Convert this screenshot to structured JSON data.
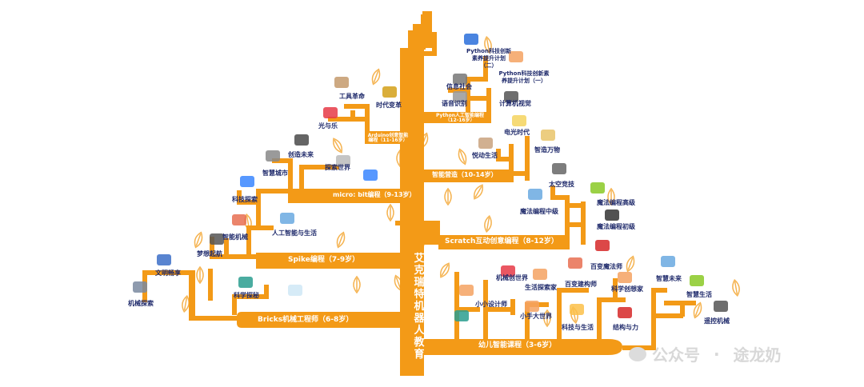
{
  "title": "艾克瑞特机器人教育",
  "colors": {
    "branch": "#F39A17",
    "label": "#1F2A6B",
    "leaf_stroke": "#F5B350"
  },
  "branches": {
    "kids": "幼儿智能课程（3-6岁）",
    "bricks": "Bricks机械工程师（6-8岁）",
    "spike": "Spike编程（7-9岁）",
    "scratch": "Scratch互动创意编程（8-12岁）",
    "microbit": "micro: bit编程（9-13岁）",
    "smart": "智能营造（10-14岁）",
    "arduino": "Arduino创意智能编程（11-16岁）",
    "python": "Python人工智能编程（12-16岁）"
  },
  "courses": {
    "jixie_tansuo": "机械探索",
    "wenming_fanzhang": "文明畅享",
    "mengxiang_qihang": "梦想起航",
    "kexue_tanmi": "科学探秘",
    "zhineng_jixie": "智能机械",
    "rengong_zhineng": "人工智能与生活",
    "keji_tansuo": "科技探索",
    "zhihui_chengshi": "智慧城市",
    "chuangzao_weilai": "创造未来",
    "tansuo_shijie": "探索世界",
    "guang_yu_le": "光与乐",
    "gongju_geming": "工具革命",
    "shidai_biange": "时代变革",
    "xinxi_shehui": "信息社会",
    "yuyin_shibie": "语音识别",
    "jisuanji_shijue": "计算机视觉",
    "python_2": "Python科技创新素养提升计划（二）",
    "python_1": "Python科技创新素养提升计划（一）",
    "dianguang_shidai": "电光时代",
    "zhineng_wanwu": "智造万物",
    "qidong_shenghuo": "悦动生活",
    "taikong_jingji": "太空竞技",
    "mofa_gaoji": "魔法编程高级",
    "mofa_zhongji": "魔法编程中级",
    "mofa_chuji": "魔法编程初级",
    "jixie_chuangshijie": "机械创世界",
    "shenghuo_tansuojia": "生活探索家",
    "baibian_mofashi": "百变魔法师",
    "baibian_jiangoushi": "百变建构师",
    "kexue_chuangxiangjia": "科学创想家",
    "xiaoxiao_shejishi": "小小设计师",
    "xiaoshou_dashijie": "小手大世界",
    "keji_yu_shenghuo": "科技与生活",
    "jiegou_yu_li": "结构与力",
    "zhihui_weilai": "智慧未来",
    "zhihui_shenghuo": "智慧生活",
    "yaokong_jixie": "遥控机械"
  },
  "watermark": {
    "platform": "公众号",
    "separator": "·",
    "author": "途龙奶"
  }
}
